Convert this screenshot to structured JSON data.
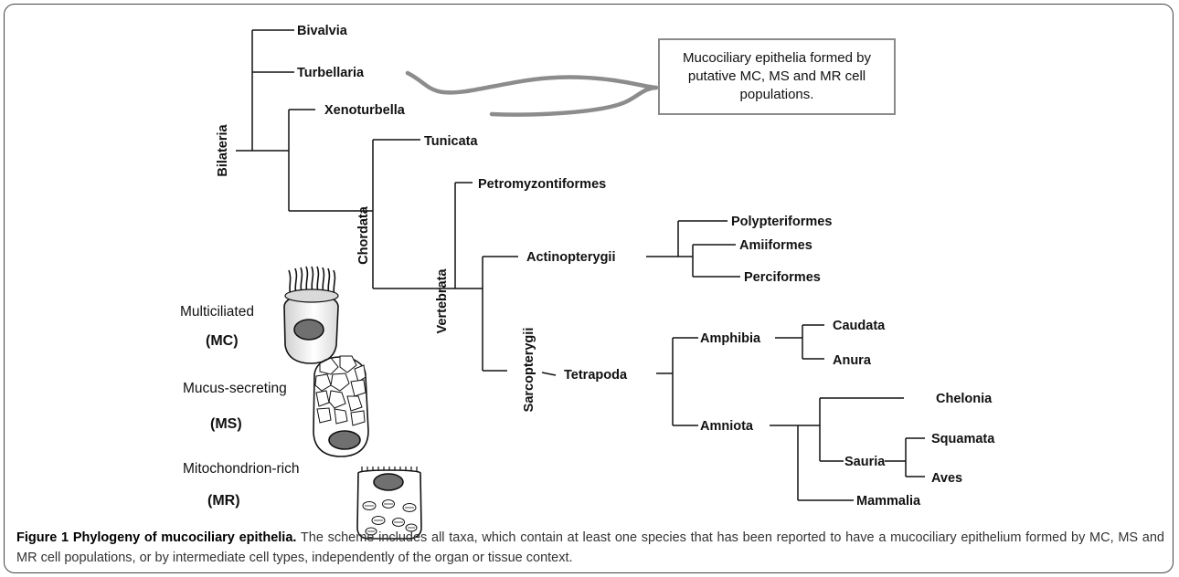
{
  "taxa": {
    "bivalvia": "Bivalvia",
    "turbellaria": "Turbellaria",
    "xenoturbella": "Xenoturbella",
    "tunicata": "Tunicata",
    "petromyzontiformes": "Petromyzontiformes",
    "actinopterygii": "Actinopterygii",
    "polypteriformes": "Polypteriformes",
    "amiiformes": "Amiiformes",
    "perciformes": "Perciformes",
    "tetrapoda": "Tetrapoda",
    "amphibia": "Amphibia",
    "caudata": "Caudata",
    "anura": "Anura",
    "amniota": "Amniota",
    "chelonia": "Chelonia",
    "sauria": "Sauria",
    "squamata": "Squamata",
    "aves": "Aves",
    "mammalia": "Mammalia"
  },
  "clades": {
    "bilateria": "Bilateria",
    "chordata": "Chordata",
    "vertebrata": "Vertebrata",
    "sarcopterygii": "Sarcopterygii"
  },
  "callout": "Mucociliary epithelia formed by putative MC, MS and MR cell populations.",
  "cells": {
    "mc": {
      "label": "Multiciliated",
      "abbr": "(MC)"
    },
    "ms": {
      "label": "Mucus-secreting",
      "abbr": "(MS)"
    },
    "mr": {
      "label": "Mitochondrion-rich",
      "abbr": "(MR)"
    }
  },
  "caption": {
    "title": "Figure 1 Phylogeny of mucociliary epithelia.",
    "text": " The scheme includes all taxa, which contain at least one species that has been reported to have a mucociliary epithelium formed by MC, MS and MR cell populations, or by intermediate cell types, independently of the organ or tissue context."
  },
  "colors": {
    "line": "#111111",
    "connector": "#8c8c8c",
    "nucleus": "#707070"
  }
}
